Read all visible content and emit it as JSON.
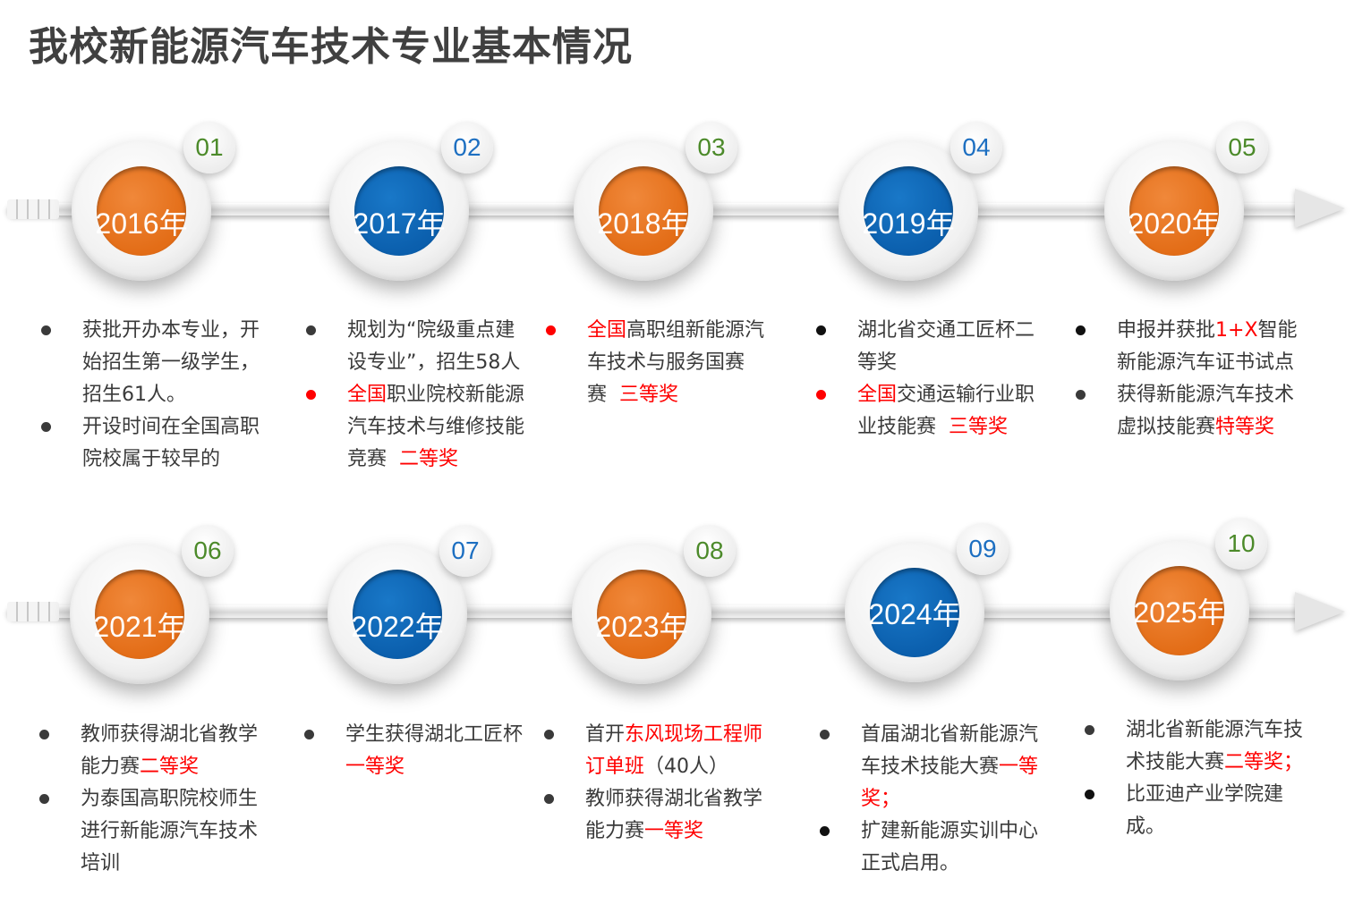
{
  "title": "我校新能源汽车技术专业基本情况",
  "nodes": [
    {
      "num": "01",
      "year": "2016年"
    },
    {
      "num": "02",
      "year": "2017年"
    },
    {
      "num": "03",
      "year": "2018年"
    },
    {
      "num": "04",
      "year": "2019年"
    },
    {
      "num": "05",
      "year": "2020年"
    },
    {
      "num": "06",
      "year": "2021年"
    },
    {
      "num": "07",
      "year": "2022年"
    },
    {
      "num": "08",
      "year": "2023年"
    },
    {
      "num": "09",
      "year": "2024年"
    },
    {
      "num": "10",
      "year": "2025年"
    }
  ],
  "texts": {
    "t2016a": "获批开办本专业，开始招生第一级学生，招生61人。",
    "t2016b": "开设时间在全国高职院校属于较早的",
    "t2017a": "规划为“院级重点建设专业”，招生58人",
    "t2017b_red": "全国",
    "t2017b": "职业院校新能源汽车技术与维修技能竞赛",
    "t2017b_award": "二等奖",
    "t2018_red": "全国",
    "t2018": "高职组新能源汽车技术与服务国赛赛",
    "t2018_award": "三等奖",
    "t2019a": "湖北省交通工匠杯二等奖",
    "t2019b_red": "全国",
    "t2019b": "交通运输行业职业技能赛",
    "t2019b_award": "三等奖",
    "t2020a_pre": "申报并获批",
    "t2020a_red": "1+X",
    "t2020a": "智能新能源汽车证书试点",
    "t2020b": "获得新能源汽车技术虚拟技能赛",
    "t2020b_award": "特等奖",
    "t2021a": "教师获得湖北省教学能力赛",
    "t2021a_award": "二等奖",
    "t2021b": "为泰国高职院校师生进行新能源汽车技术培训",
    "t2022": "学生获得湖北工匠杯",
    "t2022_award": "一等奖",
    "t2023a_pre": "首开",
    "t2023a_red": "东风现场工程师订单班",
    "t2023a": "（40人）",
    "t2023b": "教师获得湖北省教学能力赛",
    "t2023b_award": "一等奖",
    "t2024a": "首届湖北省新能源汽车技术技能大赛",
    "t2024a_award": "一等奖；",
    "t2024b": "扩建新能源实训中心正式启用。",
    "t2025a": "湖北省新能源汽车技术技能大赛",
    "t2025a_award": "二等奖；",
    "t2025b": "比亚迪产业学院建成。"
  }
}
